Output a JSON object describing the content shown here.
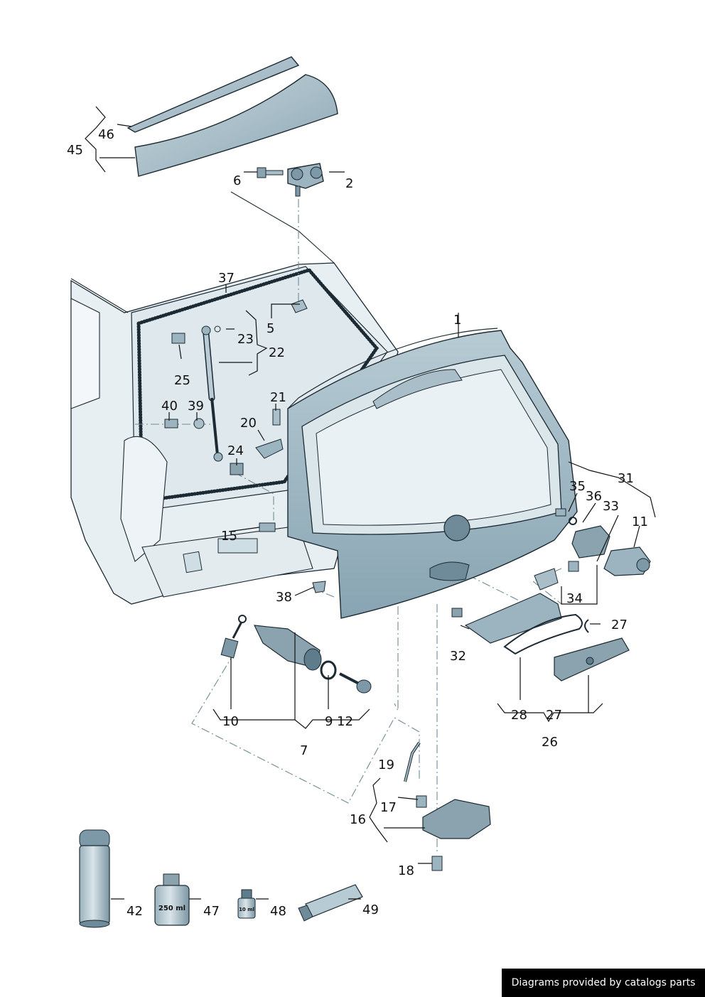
{
  "callouts": [
    "1",
    "2",
    "5",
    "6",
    "7",
    "9",
    "10",
    "11",
    "12",
    "15",
    "16",
    "17",
    "18",
    "19",
    "20",
    "21",
    "22",
    "23",
    "24",
    "25",
    "26",
    "27",
    "27",
    "28",
    "31",
    "32",
    "33",
    "34",
    "35",
    "36",
    "37",
    "38",
    "39",
    "40",
    "42",
    "45",
    "46",
    "47",
    "48",
    "49"
  ],
  "can_labels": {
    "can_250": "250 ml",
    "can_10": "10 ml"
  },
  "footer_text": "Diagrams provided by catalogs parts",
  "colors": {
    "part_fill": "#8fa9b6",
    "part_dark": "#5e7c8b",
    "body_fill": "#e6eef2",
    "line": "#1c2a33"
  }
}
